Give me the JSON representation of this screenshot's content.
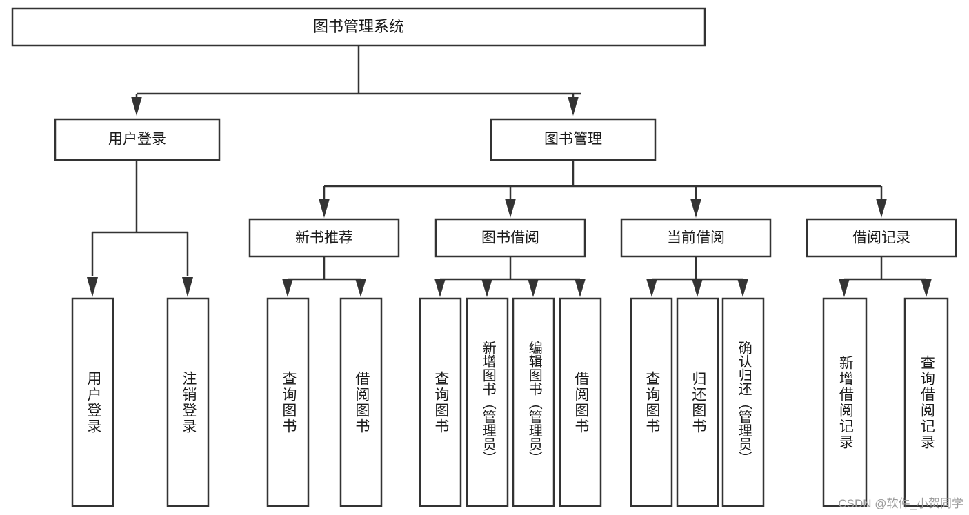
{
  "diagram": {
    "type": "tree",
    "title": "图书管理系统",
    "root": {
      "label": "图书管理系统"
    },
    "level2": [
      {
        "label": "用户登录"
      },
      {
        "label": "图书管理"
      }
    ],
    "level3": [
      {
        "label": "新书推荐"
      },
      {
        "label": "图书借阅"
      },
      {
        "label": "当前借阅"
      },
      {
        "label": "借阅记录"
      }
    ],
    "leaves": {
      "user_login": [
        {
          "label": "用户登录"
        },
        {
          "label": "注销登录"
        }
      ],
      "new_book_recommend": [
        {
          "label": "查询图书"
        },
        {
          "label": "借阅图书"
        }
      ],
      "book_borrow": [
        {
          "label": "查询图书"
        },
        {
          "label": "新增图书（管理员）"
        },
        {
          "label": "编辑图书（管理员）"
        },
        {
          "label": "借阅图书"
        }
      ],
      "current_borrow": [
        {
          "label": "查询图书"
        },
        {
          "label": "归还图书"
        },
        {
          "label": "确认归还（管理员）"
        }
      ],
      "borrow_record": [
        {
          "label": "新增借阅记录"
        },
        {
          "label": "查询借阅记录"
        }
      ]
    }
  },
  "watermark": {
    "text": "CSDN @软件_小贺同学"
  },
  "colors": {
    "stroke": "#333333",
    "box_fill": "#ffffff",
    "text": "#1a1a1a",
    "watermark": "#9a9a9a",
    "background": "#ffffff"
  }
}
